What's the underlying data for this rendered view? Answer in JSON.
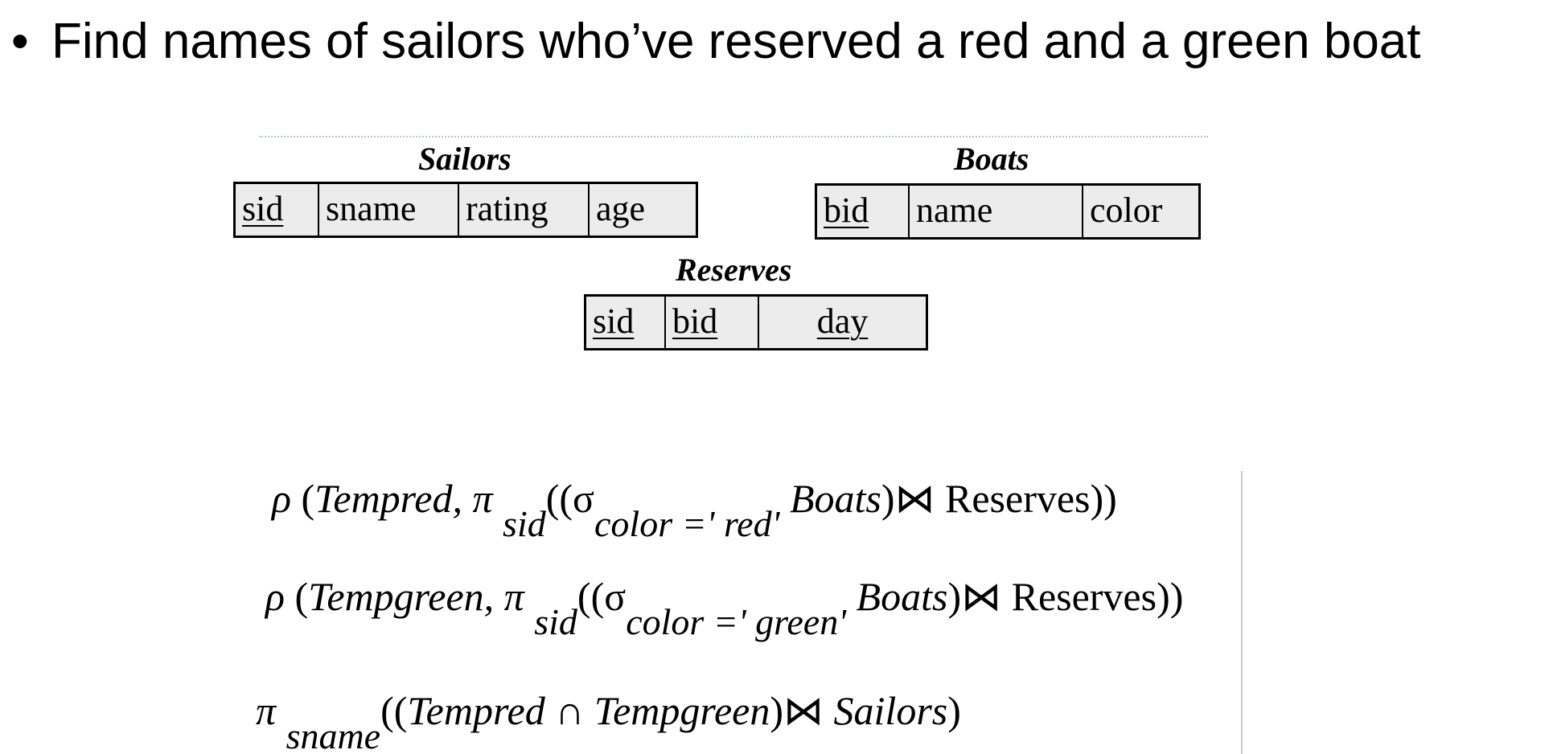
{
  "bullet": {
    "marker": "•",
    "text": "Find names of sailors who’ve reserved a red and a green boat"
  },
  "schema": {
    "sailors": {
      "title": "Sailors",
      "fields": [
        "sid",
        "sname",
        "rating",
        "age"
      ]
    },
    "boats": {
      "title": "Boats",
      "fields": [
        "bid",
        "name",
        "color"
      ]
    },
    "reserves": {
      "title": "Reserves",
      "fields": [
        "sid",
        "bid",
        "day"
      ]
    }
  },
  "formulas": {
    "f1": {
      "rho": "ρ",
      "open": "(",
      "name": "Tempred,",
      "pi": "π",
      "pi_sub": "sid",
      "paren": "((σ",
      "sigma_sub": "color =' red'",
      "boats": "Boats",
      "close1": ")⋈",
      "reserves": "Reserves",
      "close2": "))"
    },
    "f2": {
      "rho": "ρ",
      "open": "(",
      "name": "Tempgreen,",
      "pi": "π",
      "pi_sub": "sid",
      "paren": "((σ",
      "sigma_sub": "color =' green'",
      "boats": "Boats",
      "close1": ")⋈",
      "reserves": "Reserves",
      "close2": "))"
    },
    "f3": {
      "pi": "π",
      "pi_sub": "sname",
      "paren": "((",
      "left": "Tempred",
      "cap": "∩",
      "right": "Tempgreen",
      "join": ")⋈",
      "sailors": "Sailors",
      "close": ")"
    }
  }
}
